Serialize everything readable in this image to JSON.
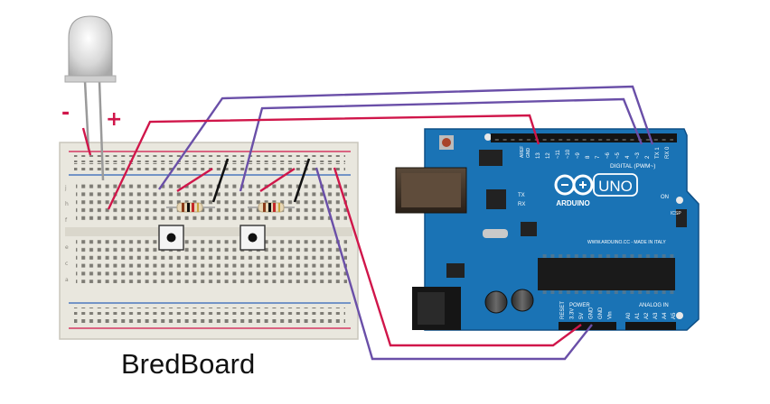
{
  "caption": "BredBoard",
  "led": {
    "minus_label": "-",
    "plus_label": "+"
  },
  "arduino": {
    "logo_text": "ARDUINO",
    "model_text": "UNO",
    "digital_label": "DIGITAL (PWM~)",
    "power_label": "POWER",
    "analog_label": "ANALOG IN",
    "on_label": "ON",
    "tx_label": "TX",
    "rx_label": "RX",
    "icsp_label": "ICSP",
    "aref_label": "AREF",
    "gnd_label": "GND",
    "website_text": "WWW.ARDUINO.CC - MADE IN ITALY",
    "digital_pins": [
      "13",
      "12",
      "~11",
      "~10",
      "~9",
      "8",
      "7",
      "~6",
      "~5",
      "4",
      "~3",
      "2",
      "TX 1",
      "RX 0"
    ],
    "power_pins": [
      "RESET",
      "3.3V",
      "5V",
      "GND",
      "GND",
      "Vin"
    ],
    "analog_pins": [
      "A0",
      "A1",
      "A2",
      "A3",
      "A4",
      "A5"
    ]
  },
  "colors": {
    "wire_red": "#d0164a",
    "wire_purple": "#6a4fa8",
    "wire_black": "#111111",
    "board_blue": "#1a73b5",
    "breadboard": "#eceae2"
  }
}
